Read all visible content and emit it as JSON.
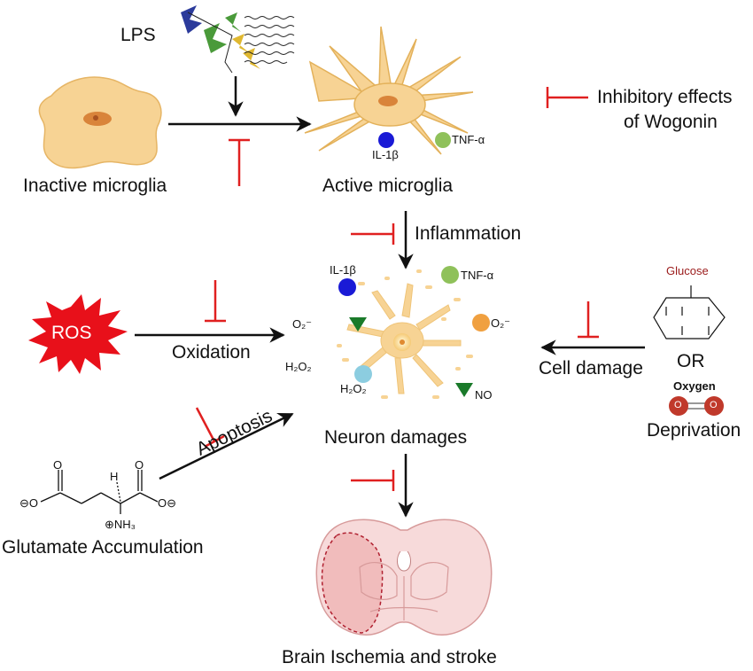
{
  "legend": {
    "line1": "Inhibitory effects",
    "line2": "of Wogonin",
    "color": "#e02020"
  },
  "nodes": {
    "inactive_microglia": "Inactive microglia",
    "active_microglia": "Active microglia",
    "neuron_damages": "Neuron damages",
    "brain": "Brain Ischemia and stroke",
    "lps": "LPS",
    "ros": "ROS",
    "glutamate": "Glutamate Accumulation",
    "deprivation": "Deprivation"
  },
  "processes": {
    "inflammation": "Inflammation",
    "oxidation": "Oxidation",
    "apoptosis": "Apoptosis",
    "cell_damage": "Cell damage"
  },
  "active_factors": {
    "il1b": "IL-1β",
    "tnfa": "TNF-α"
  },
  "neuron_factors": {
    "il1b": "IL-1β",
    "tnfa": "TNF-α",
    "o2_sup": "O₂⁻",
    "o2_left": "O₂⁻",
    "h2o2_left": "H₂O₂",
    "h2o2_bottom": "H₂O₂",
    "no": "NO"
  },
  "deprivation_panel": {
    "glucose": "Glucose",
    "or": "OR",
    "oxygen": "Oxygen",
    "o_atom": "O"
  },
  "glutamate_structure": {
    "o_top_left": "O",
    "o_minus_left": "⊖O",
    "o_top_right": "O",
    "o_minus_right": "O⊖",
    "h": "H",
    "nh3": "⊕NH₃"
  },
  "colors": {
    "cell_fill": "#f7d394",
    "cell_stroke": "#e3b15a",
    "nucleus": "#d9843a",
    "blue_dot": "#1a1ad6",
    "green_dot": "#8fc15a",
    "orange_dot": "#f0a040",
    "light_blue_dot": "#8ccde0",
    "triangle": "#1a7a2a",
    "ros": "#e8101a",
    "brain_fill": "#f7dada",
    "brain_stroke": "#d79a9a",
    "infarct": "#b02030",
    "oxygen_atom": "#c0392b",
    "glucose_text": "#9b1b1b"
  }
}
